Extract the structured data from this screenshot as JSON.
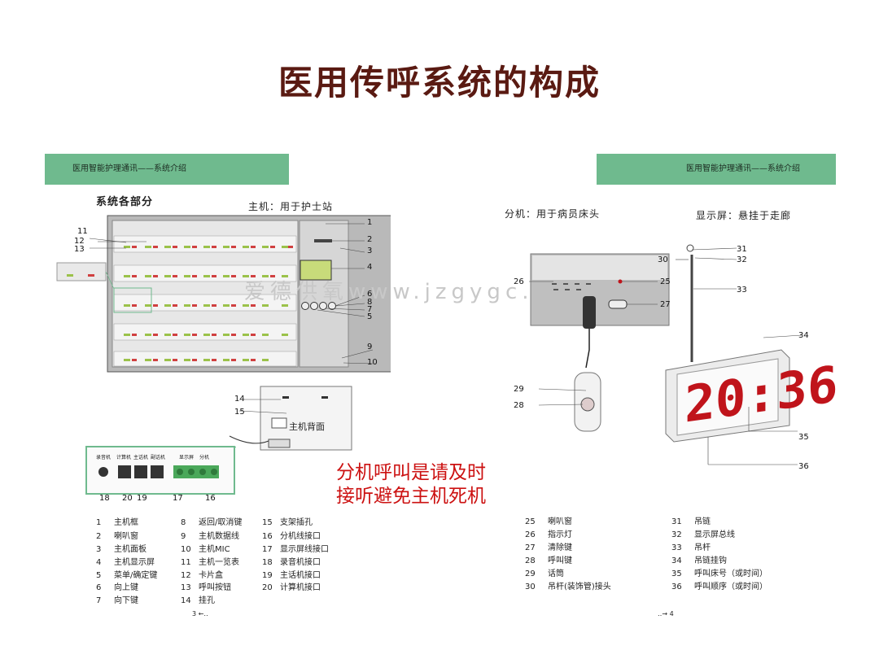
{
  "title": "医用传呼系统的构成",
  "left_banner": "医用智能护理通讯——系统介绍",
  "right_banner": "医用智能护理通讯——系统介绍",
  "left_heading": "系统各部分",
  "host_label": "主机：用于护士站",
  "ext_label": "分机：用于病员床头",
  "display_label": "显示屏：悬挂于走廊",
  "watermark": "爱德供氧www.jzgygc.com",
  "back_panel_label": "主机背面",
  "clock_time": "20:36",
  "callout_text": [
    "分机呼叫是请及时",
    "接听避免主机死机"
  ],
  "host_callouts": [
    "1",
    "2",
    "3",
    "4",
    "6",
    "8",
    "7",
    "5",
    "9",
    "10",
    "11",
    "12",
    "13",
    "14",
    "15"
  ],
  "port_numbers": [
    "18",
    "20",
    "19",
    "17",
    "16"
  ],
  "port_labels": [
    "录音机",
    "计算机",
    "主话机",
    "副话机",
    "显示屏",
    "分机"
  ],
  "ext_callouts": [
    "26",
    "25",
    "27",
    "29",
    "28"
  ],
  "display_callouts": [
    "31",
    "30",
    "32",
    "33",
    "34",
    "35",
    "36"
  ],
  "left_legend": [
    [
      "1",
      "主机框"
    ],
    [
      "2",
      "喇叭窗"
    ],
    [
      "3",
      "主机面板"
    ],
    [
      "4",
      "主机显示屏"
    ],
    [
      "5",
      "菜单/确定键"
    ],
    [
      "6",
      "向上键"
    ],
    [
      "7",
      "向下键"
    ],
    [
      "8",
      "返回/取消键"
    ],
    [
      "9",
      "主机数据线"
    ],
    [
      "10",
      "主机MIC"
    ],
    [
      "11",
      "主机一览表"
    ],
    [
      "12",
      "卡片盒"
    ],
    [
      "13",
      "呼叫按钮"
    ],
    [
      "14",
      "挂孔"
    ],
    [
      "15",
      "支架插孔"
    ],
    [
      "16",
      "分机线接口"
    ],
    [
      "17",
      "显示屏线接口"
    ],
    [
      "18",
      "录音机接口"
    ],
    [
      "19",
      "主话机接口"
    ],
    [
      "20",
      "计算机接口"
    ]
  ],
  "right_legend": [
    [
      "25",
      "喇叭窗"
    ],
    [
      "26",
      "指示灯"
    ],
    [
      "27",
      "清除键"
    ],
    [
      "28",
      "呼叫键"
    ],
    [
      "29",
      "话筒"
    ],
    [
      "30",
      "吊杆(装饰管)接头"
    ],
    [
      "31",
      "吊链"
    ],
    [
      "32",
      "显示屏总线"
    ],
    [
      "33",
      "吊杆"
    ],
    [
      "34",
      "吊链挂钩"
    ],
    [
      "35",
      "呼叫床号（或时间）"
    ],
    [
      "36",
      "呼叫顺序（或时间）"
    ]
  ],
  "page_left": "3",
  "page_right": "4"
}
